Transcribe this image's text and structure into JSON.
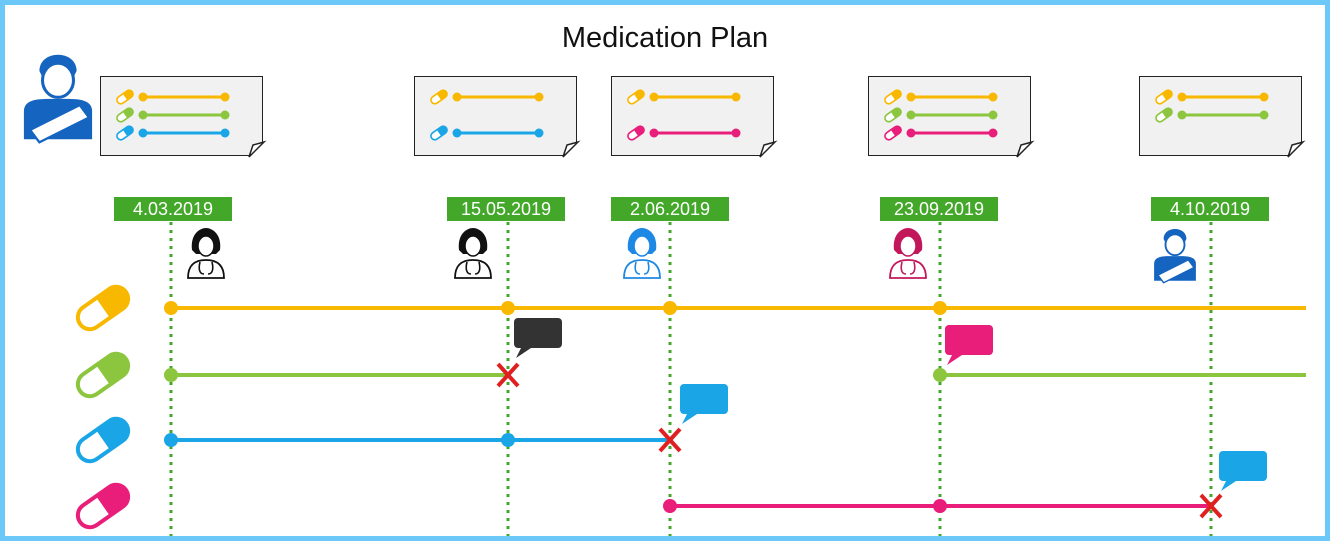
{
  "title": "Medication Plan",
  "colors": {
    "frame": "#6cc8f7",
    "date_badge": "#43a82a",
    "guide": "#43a82a",
    "card_bg": "#f1f1f1"
  },
  "dates": [
    "4.03.2019",
    "15.05.2019",
    "2.06.2019",
    "23.09.2019",
    "4.10.2019"
  ],
  "actors": [
    {
      "role": "patient",
      "icon": "patient-sling-icon",
      "color": "#1565c0"
    },
    {
      "role": "doctor",
      "icon": "female-doctor-icon",
      "color": "#111111"
    },
    {
      "role": "doctor",
      "icon": "female-doctor-icon",
      "color": "#111111"
    },
    {
      "role": "doctor",
      "icon": "female-doctor-icon",
      "color": "#1e88e5"
    },
    {
      "role": "doctor",
      "icon": "female-doctor-icon",
      "color": "#c2185b"
    },
    {
      "role": "patient",
      "icon": "patient-sling-icon",
      "color": "#1565c0"
    }
  ],
  "medications": [
    {
      "icon": "pill-icon",
      "color": "#f9b800"
    },
    {
      "icon": "pill-icon",
      "color": "#8cc63f"
    },
    {
      "icon": "pill-icon",
      "color": "#1aa6e6"
    },
    {
      "icon": "pill-icon",
      "color": "#e91e7a"
    }
  ],
  "plans": [
    {
      "lines": [
        "#f9b800",
        "#8cc63f",
        "#1aa6e6"
      ]
    },
    {
      "lines": [
        "#f9b800",
        null,
        "#1aa6e6"
      ]
    },
    {
      "lines": [
        "#f9b800",
        null,
        "#e91e7a"
      ]
    },
    {
      "lines": [
        "#f9b800",
        "#8cc63f",
        "#e91e7a"
      ]
    },
    {
      "lines": [
        "#f9b800",
        "#8cc63f",
        null
      ]
    }
  ],
  "events": [
    {
      "med": 1,
      "at": 1,
      "type": "stop",
      "comment_color": "#333333"
    },
    {
      "med": 2,
      "at": 2,
      "type": "stop",
      "comment_color": "#1aa6e6"
    },
    {
      "med": 1,
      "at": 3,
      "type": "start",
      "comment_color": "#e91e7a"
    },
    {
      "med": 3,
      "at": 4,
      "type": "stop",
      "comment_color": "#1aa6e6"
    }
  ]
}
